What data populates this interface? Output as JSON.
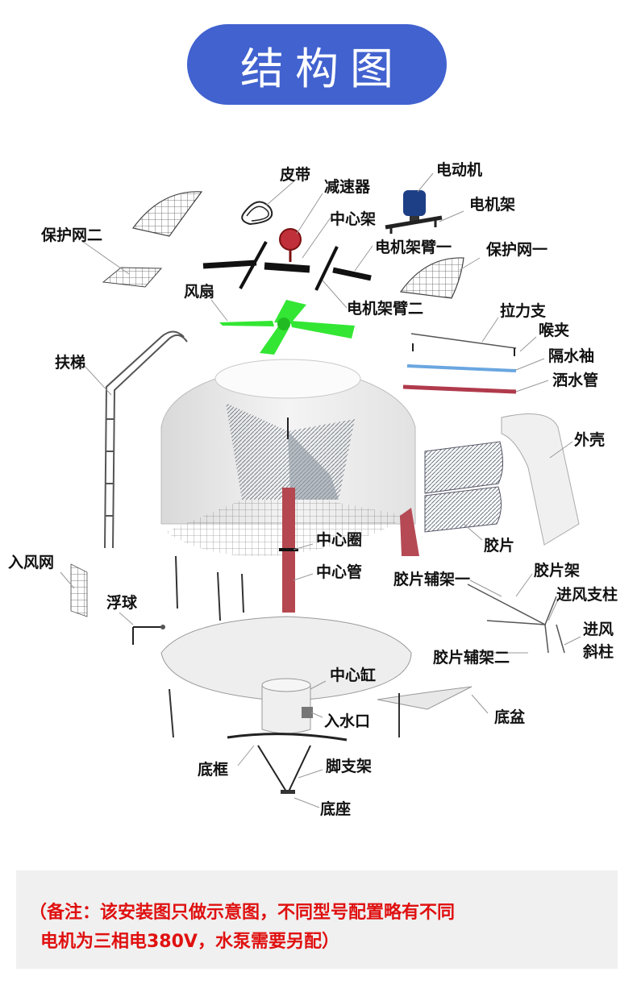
{
  "header": {
    "title": "结构图"
  },
  "labels": {
    "belt": "皮带",
    "reducer": "减速器",
    "motor": "电动机",
    "motor_frame": "电机架",
    "center_frame": "中心架",
    "guard_net_2": "保护网二",
    "motor_arm_1": "电机架臂一",
    "guard_net_1": "保护网一",
    "fan": "风扇",
    "motor_arm_2": "电机架臂二",
    "tension_brace": "拉力支",
    "throat_clip": "喉夹",
    "water_sleeve": "隔水袖",
    "sprinkler_pipe": "洒水管",
    "ladder": "扶梯",
    "shell": "外壳",
    "fill": "胶片",
    "center_ring": "中心圈",
    "air_inlet_net": "入风网",
    "center_pipe": "中心管",
    "fill_support_1": "胶片辅架一",
    "fill_rack": "胶片架",
    "inlet_column": "进风支柱",
    "float_ball": "浮球",
    "inlet_slant_1": "进风",
    "inlet_slant_2": "斜柱",
    "fill_support_2": "胶片辅架二",
    "center_tank": "中心缸",
    "water_inlet": "入水口",
    "basin": "底盆",
    "base_frame": "底框",
    "leg_bracket": "脚支架",
    "base": "底座"
  },
  "note": {
    "line1": "（备注：该安装图只做示意图，不同型号配置略有不同",
    "line2": "电机为三相电380V，水泵需要另配）"
  },
  "colors": {
    "title_bg": "#4162cf",
    "note_text": "#e01010",
    "fan_green": "#33e633",
    "pipe_red": "#b4474f",
    "motor_blue": "#1d3f86"
  }
}
